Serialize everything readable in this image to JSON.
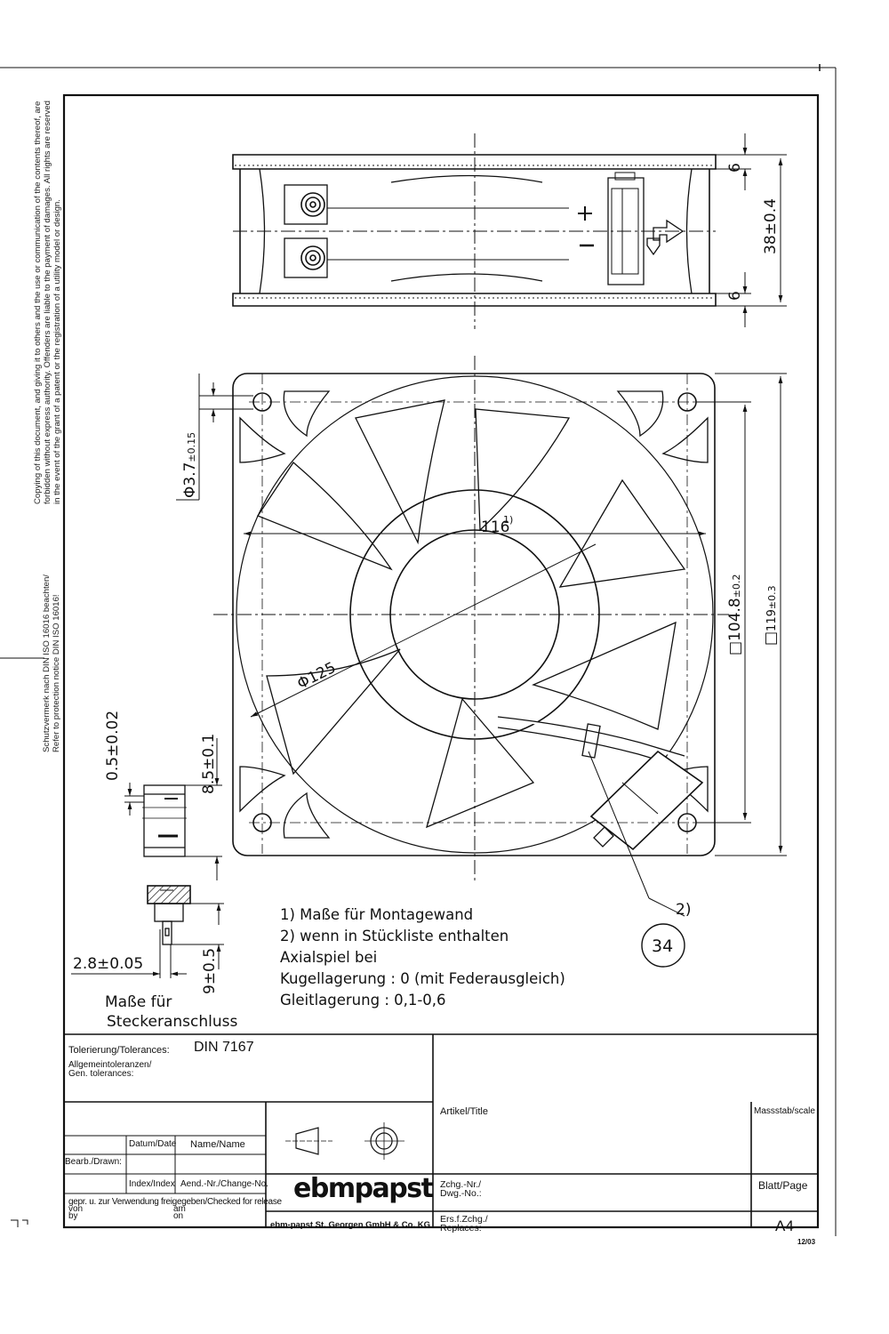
{
  "margin_notes": {
    "copyright": [
      "Copying of this document, and giving it to others and the use or communication of the contents thereof, are",
      "forbidden without express authority. Offenders are liable to the payment of damages. All rights are reserved",
      "in the event of the grant of a patent or the registration of a utility model or design."
    ],
    "protection": [
      "Schutzvermerk nach DIN ISO 16016 beachten/",
      "Refer to protection notice DIN ISO 16016!"
    ]
  },
  "dimensions": {
    "top_flange_upper": "6",
    "top_flange_lower": "6",
    "height": "38±0.4",
    "hole_dia_prefix": "Φ3.7",
    "hole_dia_tol": "±0.15",
    "blade_span": "116",
    "blade_span_note": "1)",
    "outer_dia": "Φ125",
    "hole_pitch_sym": "□",
    "hole_pitch": "104.8",
    "hole_pitch_tol": "±0.2",
    "frame_size_sym": "□",
    "frame_size": "119",
    "frame_size_tol": "±0.3",
    "pin_gap": "0.5±0.02",
    "pin_width": "8.5±0.1",
    "pin_pitch": "2.8±0.05",
    "pin_length": "9±0.5",
    "connector_note": "2)",
    "item_number": "34"
  },
  "notes": {
    "connector_caption": [
      "Maße für",
      "Steckeranschluss"
    ],
    "lines": [
      "1) Maße für Montagewand",
      "2) wenn in Stückliste enthalten",
      "Axialspiel bei",
      "Kugellagerung : 0 (mit Federausgleich)",
      "Gleitlagerung : 0,1-0,6"
    ]
  },
  "title_block": {
    "tolerance_label": "Tolerierung/Tolerances:",
    "tolerance_value": "DIN 7167",
    "general_tol": [
      "Allgemeintoleranzen/",
      "Gen. tolerances:"
    ],
    "date_label": "Datum/Date",
    "name_label": "Name/Name",
    "drawn_label": "Bearb./Drawn:",
    "index_label": "Index/Index",
    "change_label": "Aend.-Nr./Change-No.",
    "checked_label": "gepr. u. zur Verwendung freigegeben/Checked for release",
    "by_label": [
      "von",
      "by"
    ],
    "on_label": [
      "am",
      "on"
    ],
    "logo": "ebmpapst",
    "company": "ebm-papst St. Georgen GmbH & Co. KG",
    "title_label": "Artikel/Title",
    "scale_label": "Massstab/scale",
    "drawing_no_label": [
      "Zchg.-Nr./",
      "Dwg.-No.:"
    ],
    "page_label": "Blatt/Page",
    "replaces_label": [
      "Ers.f.Zchg./",
      "Replaces:"
    ],
    "format": "A4",
    "revision": "12/03"
  }
}
